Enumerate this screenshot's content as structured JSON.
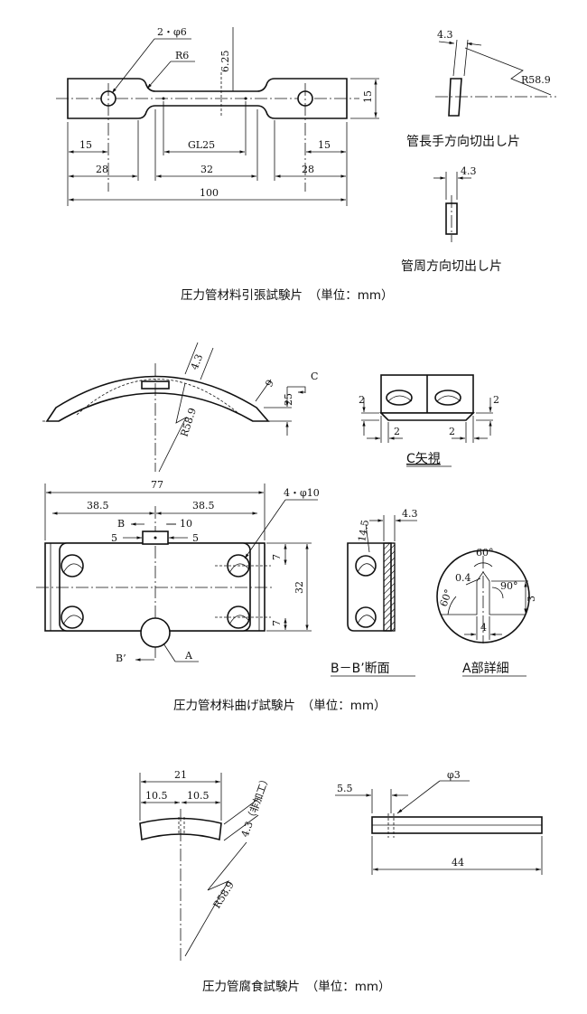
{
  "tensile": {
    "caption": "圧力管材料引張試験片　（単位：mm）",
    "dims": {
      "holes": "2・φ6",
      "radius": "R6",
      "gauge_h": "6.25",
      "width": "15",
      "left15": "15",
      "gl": "GL25",
      "right15": "15",
      "left28": "28",
      "mid32": "32",
      "right28": "28",
      "total100": "100"
    },
    "long_cut": {
      "t": "4.3",
      "r": "R58.9",
      "label": "管長手方向切出し片"
    },
    "circ_cut": {
      "t": "4.3",
      "label": "管周方向切出し片"
    }
  },
  "bend": {
    "caption": "圧力管材料曲げ試験片　（単位：mm）",
    "arc": {
      "t": "4.3",
      "r": "R58.9",
      "chord": "77",
      "h": "25",
      "s": "9",
      "view": "C"
    },
    "cview": {
      "d1": "2",
      "d2": "2",
      "d3": "2",
      "d4": "2",
      "label": "C矢視"
    },
    "plan": {
      "half_l": "38.5",
      "half_r": "38.5",
      "holes": "4・φ10",
      "b": "B",
      "w10": "10",
      "w5a": "5",
      "w5b": "5",
      "p7a": "7",
      "p7b": "7",
      "h32": "32",
      "bp": "B’",
      "a": "A"
    },
    "section": {
      "d14": "14.5",
      "d43": "4.3",
      "label": "B－B’断面"
    },
    "detail": {
      "a60": "60°",
      "a90": "90°",
      "a60b": "60°",
      "d04": "0.4",
      "d3": "3",
      "d4": "4",
      "label": "A部詳細"
    }
  },
  "corrosion": {
    "caption": "圧力管腐食試験片　（単位：mm）",
    "dims": {
      "w21": "21",
      "l105": "10.5",
      "r105": "10.5",
      "t": "4.3（非加工）",
      "r": "R58.9",
      "d55": "5.5",
      "phi3": "φ3",
      "l44": "44"
    }
  }
}
